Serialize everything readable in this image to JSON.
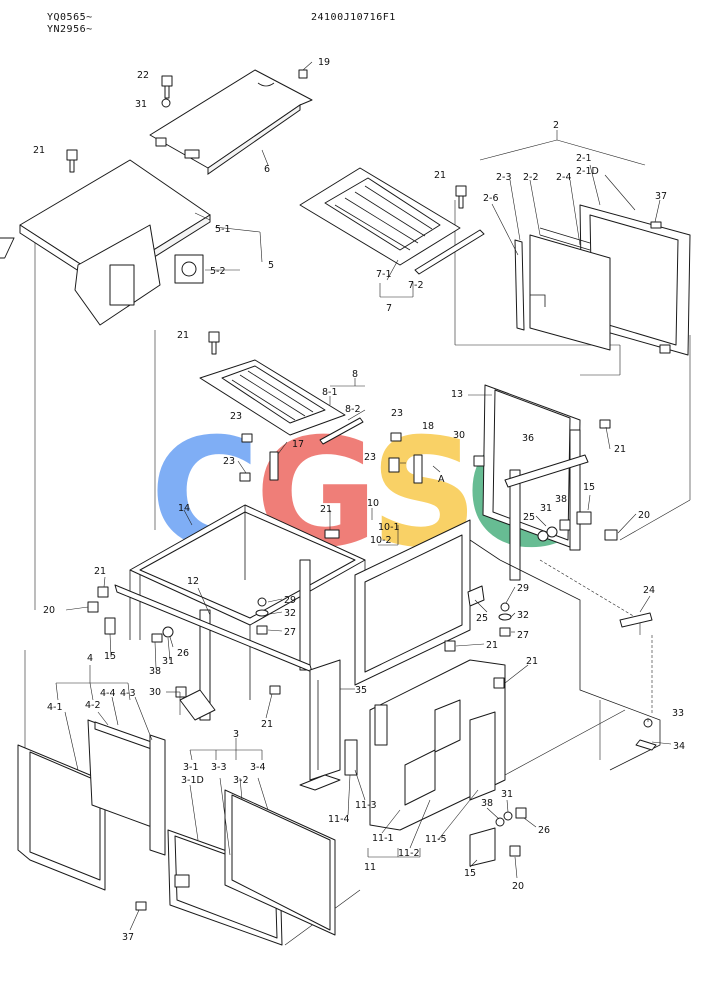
{
  "header": {
    "serial_1": "YQ0565~",
    "serial_2": "YN2956~",
    "drawing_no": "24100J10716F1"
  },
  "watermark": {
    "letters": [
      "C",
      "G",
      "S",
      "C"
    ],
    "colors": [
      "#4f8ff2",
      "#ea4d45",
      "#f7c02c",
      "#2ea36a"
    ]
  },
  "callouts": {
    "c22": "22",
    "c19": "19",
    "c31a": "31",
    "c21a": "21",
    "c6": "6",
    "c5_1": "5-1",
    "c5": "5",
    "c5_2": "5-2",
    "c2": "2",
    "c2_1": "2-1",
    "c2_10": "2-1D",
    "c2_3": "2-3",
    "c2_2": "2-2",
    "c2_4": "2-4",
    "c2_6": "2-6",
    "c21b": "21",
    "c37a": "37",
    "c7_1": "7-1",
    "c7_2": "7-2",
    "c7": "7",
    "c21c": "21",
    "c8": "8",
    "c8_1": "8-1",
    "c8_2": "8-2",
    "c13": "13",
    "c23a": "23",
    "c23b": "23",
    "c18": "18",
    "c30a": "30",
    "c36": "36",
    "c21d": "21",
    "c17": "17",
    "c23c": "23",
    "c22b": "A",
    "c15a": "15",
    "c38a": "38",
    "c31b": "31",
    "c25a": "25",
    "c20a": "20",
    "c14": "14",
    "c21e": "21",
    "c10": "10",
    "c10_1": "10-1",
    "c10_2": "10-2",
    "c21f": "21",
    "c20b": "20",
    "c12": "12",
    "c29a": "29",
    "c32a": "32",
    "c27a": "27",
    "c29b": "29",
    "c32b": "32",
    "c25b": "25",
    "c27b": "27",
    "c24": "24",
    "c26a": "26",
    "c31c": "31",
    "c38b": "38",
    "c15b": "15",
    "c4": "4",
    "c21g": "21",
    "c21h": "21",
    "c30b": "30",
    "c35": "35",
    "c21i": "21",
    "c4_2": "4-2",
    "c4_4": "4-4",
    "c4_3": "4-3",
    "c4_1": "4-1",
    "c33": "33",
    "c34": "34",
    "c3": "3",
    "c3_1": "3-1",
    "c3_3": "3-3",
    "c3_2": "3-2",
    "c3_4": "3-4",
    "c3_10": "3-1D",
    "c11_3": "11-3",
    "c11_4": "11-4",
    "c11_1": "11-1",
    "c11_5": "11-5",
    "c11_2": "11-2",
    "c11": "11",
    "c38c": "38",
    "c31d": "31",
    "c26b": "26",
    "c15c": "15",
    "c20c": "20",
    "c37b": "37"
  }
}
